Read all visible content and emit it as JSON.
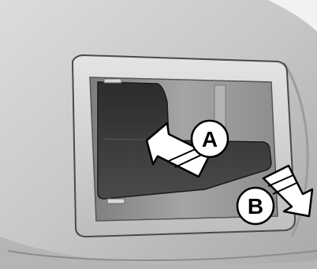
{
  "image": {
    "description_type": "door interior handle diagram",
    "labels": [
      {
        "id": "A",
        "text": "A"
      },
      {
        "id": "B",
        "text": "B"
      }
    ],
    "colors": {
      "panel": "#c6c6c6",
      "panel_dark": "#9a9a9a",
      "bezel": "#d9d9d9",
      "recess": "#8f8f8f",
      "handle": "#3a3a3a",
      "arrow_fill": "#ffffff",
      "arrow_stroke": "#000000",
      "label_bg": "#ffffff"
    }
  }
}
